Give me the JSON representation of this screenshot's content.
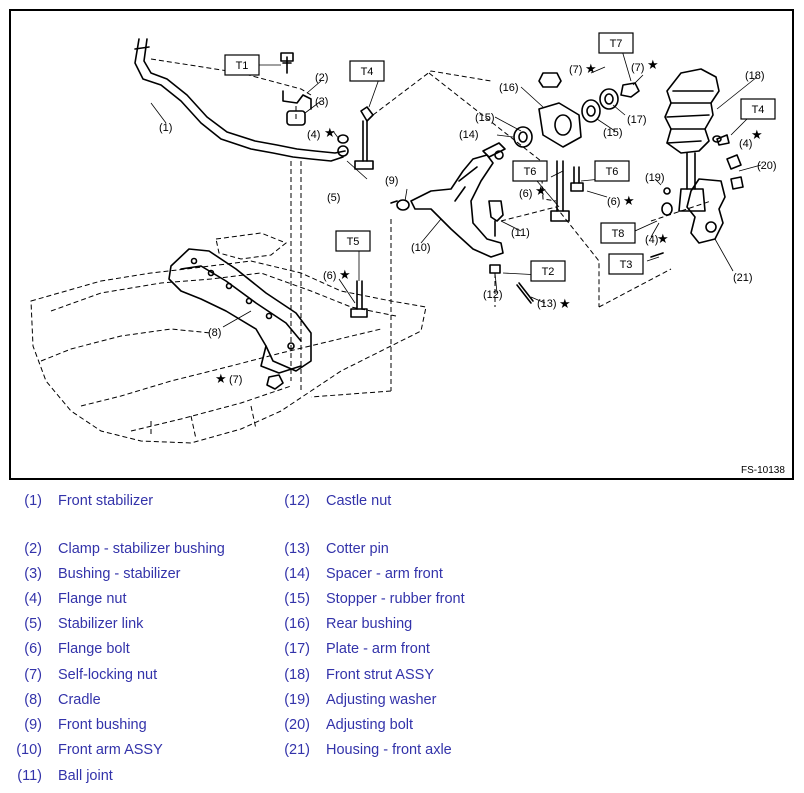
{
  "figure": {
    "id": "FS-10138",
    "torque_boxes": [
      "T1",
      "T4",
      "T4",
      "T5",
      "T7",
      "T6",
      "T6",
      "T2",
      "T8",
      "T3"
    ],
    "callouts": [
      "(1)",
      "(2)",
      "(3)",
      "(4)",
      "(5)",
      "(6)",
      "(7)",
      "(8)",
      "(9)",
      "(10)",
      "(11)",
      "(12)",
      "(13)",
      "(14)",
      "(15)",
      "(16)",
      "(17)",
      "(18)",
      "(19)",
      "(20)",
      "(21)"
    ],
    "star_glyph": "★"
  },
  "legend": {
    "left": [
      {
        "num": "(1)",
        "name": "Front stabilizer"
      },
      {
        "num": "(2)",
        "name": "Clamp - stabilizer bushing"
      },
      {
        "num": "(3)",
        "name": "Bushing - stabilizer"
      },
      {
        "num": "(4)",
        "name": "Flange nut"
      },
      {
        "num": "(5)",
        "name": "Stabilizer link"
      },
      {
        "num": "(6)",
        "name": "Flange bolt"
      },
      {
        "num": "(7)",
        "name": "Self-locking nut"
      },
      {
        "num": "(8)",
        "name": "Cradle"
      },
      {
        "num": "(9)",
        "name": "Front bushing"
      },
      {
        "num": "(10)",
        "name": "Front arm ASSY"
      },
      {
        "num": "(11)",
        "name": "Ball joint"
      }
    ],
    "right": [
      {
        "num": "(12)",
        "name": "Castle nut"
      },
      {
        "num": "(13)",
        "name": "Cotter pin"
      },
      {
        "num": "(14)",
        "name": "Spacer - arm front"
      },
      {
        "num": "(15)",
        "name": "Stopper - rubber front"
      },
      {
        "num": "(16)",
        "name": "Rear bushing"
      },
      {
        "num": "(17)",
        "name": "Plate - arm front"
      },
      {
        "num": "(18)",
        "name": "Front strut ASSY"
      },
      {
        "num": "(19)",
        "name": "Adjusting washer"
      },
      {
        "num": "(20)",
        "name": "Adjusting bolt"
      },
      {
        "num": "(21)",
        "name": "Housing - front axle"
      }
    ],
    "text_color": "#3333aa"
  }
}
